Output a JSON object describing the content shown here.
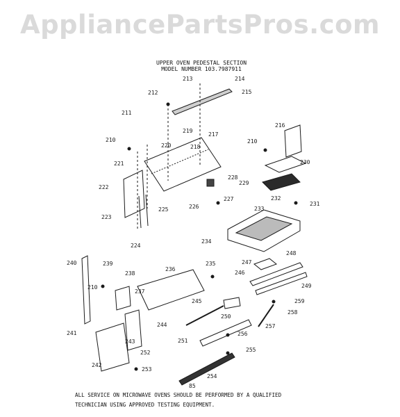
{
  "watermark": "AppliancePartsPros.com",
  "header": {
    "line1": "UPPER OVEN PEDESTAL SECTION",
    "line2": "MODEL NUMBER 103.7987911"
  },
  "part_numbers": [
    "213",
    "214",
    "215",
    "212",
    "211",
    "219",
    "217",
    "216",
    "210",
    "220",
    "218",
    "210",
    "221",
    "230",
    "228",
    "229",
    "222",
    "227",
    "232",
    "231",
    "225",
    "226",
    "233",
    "223",
    "224",
    "234",
    "248",
    "240",
    "239",
    "236",
    "235",
    "247",
    "246",
    "238",
    "249",
    "210",
    "237",
    "245",
    "259",
    "250",
    "258",
    "244",
    "257",
    "241",
    "256",
    "243",
    "251",
    "242",
    "252",
    "255",
    "253",
    "254",
    "85"
  ],
  "footer": {
    "line1": "ALL SERVICE ON MICROWAVE OVENS SHOULD BE PERFORMED BY A QUALIFIED",
    "line2": "TECHNICIAN USING APPROVED TESTING EQUIPMENT."
  }
}
